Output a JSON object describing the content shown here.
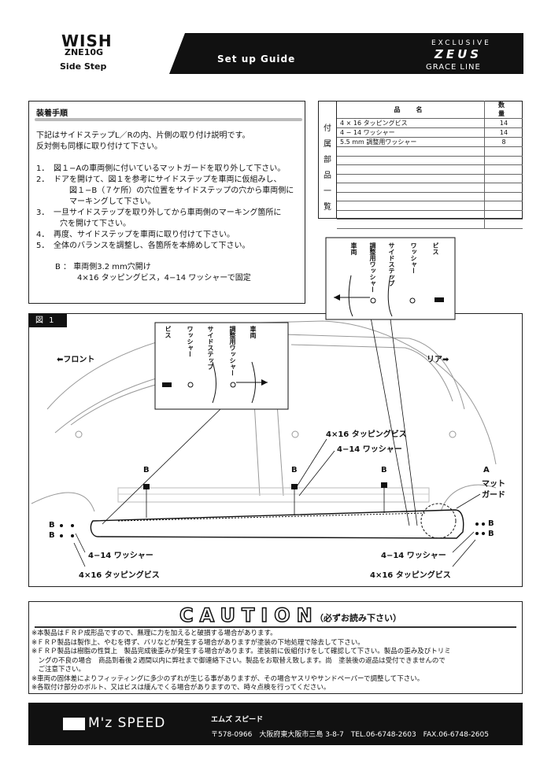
{
  "header": {
    "model": "WISH",
    "code": "ZNE10G",
    "part": "Side Step",
    "guide_title": "Set up Guide",
    "brand_line1": "EXCLUSIVE",
    "brand_line2": "ZEUS",
    "brand_line3": "GRACE LINE"
  },
  "instructions": {
    "title": "装着手順",
    "intro": [
      "下記はサイドステップL／Rの内、片側の取り付け説明です。",
      "反対側も同様に取り付けて下さい。"
    ],
    "steps": [
      {
        "num": "1．",
        "lines": [
          "図１−Aの車両側に付いているマットガードを取り外して下さい。"
        ]
      },
      {
        "num": "2．",
        "lines": [
          "ドアを開けて、図１を参考にサイドステップを車両に仮組みし、",
          "図１−B（７ケ所）の穴位置をサイドステップの穴から車両側に",
          "マーキングして下さい。"
        ]
      },
      {
        "num": "3．",
        "lines": [
          "一旦サイドステップを取り外してから車両側のマーキング箇所に",
          "穴を開けて下さい。"
        ]
      },
      {
        "num": "4．",
        "lines": [
          "再度、サイドステップを車両に取り付けて下さい。"
        ]
      },
      {
        "num": "5．",
        "lines": [
          "全体のバランスを調整し、各箇所を本締めして下さい。"
        ]
      }
    ],
    "note_b": [
      "B ： 車両側3.2 mm穴開け",
      "4×16 タッピングビス，4−14 ワッシャーで固定"
    ]
  },
  "parts_list": {
    "side_label": [
      "付",
      "属",
      "部",
      "品",
      "一",
      "覧"
    ],
    "header": {
      "name": "品　名",
      "qty": "数　量"
    },
    "items": [
      {
        "name": "4 × 16 タッピングビス",
        "qty": "14"
      },
      {
        "name": "4 − 14 ワッシャー",
        "qty": "14"
      },
      {
        "name": "5.5 mm 調整用ワッシャー",
        "qty": "8"
      },
      {
        "name": "",
        "qty": ""
      },
      {
        "name": "",
        "qty": ""
      },
      {
        "name": "",
        "qty": ""
      },
      {
        "name": "",
        "qty": ""
      },
      {
        "name": "",
        "qty": ""
      },
      {
        "name": "",
        "qty": ""
      },
      {
        "name": "",
        "qty": ""
      },
      {
        "name": "",
        "qty": ""
      },
      {
        "name": "",
        "qty": ""
      }
    ]
  },
  "figure": {
    "tag": "図 1",
    "front": "⬅フロント",
    "rear": "リア➡",
    "inset_right": {
      "labels": [
        "車両",
        "調整用ワッシャー",
        "サイドステップ",
        "ワッシャー",
        "ビス"
      ]
    },
    "inset_left": {
      "labels": [
        "ビス",
        "ワッシャー",
        "サイドステップ",
        "調整用ワッシャー",
        "車両"
      ]
    },
    "screw_label": "4×16 タッピングビス",
    "washer_label": "4−14 ワッシャー",
    "b": "B",
    "a": "A",
    "mat_guard": [
      "マット",
      "ガード"
    ],
    "bl_washer": "4−14 ワッシャー",
    "bl_screw": "4×16 タッピングビス",
    "br_washer": "4−14 ワッシャー",
    "br_screw": "4×16 タッピングビス"
  },
  "caution": {
    "heading": "CAUTION",
    "sub": "（必ずお読み下さい）",
    "lines": [
      "※本製品はＦＲＰ成形品ですので、無理に力を加えると破損する場合があります。",
      "※ＦＲＰ製品は製作上、やむを得ず、バリなどが発生する場合がありますが塗装の下地処理で除去して下さい。",
      "※ＦＲＰ製品は樹脂の性質上　製品完成後歪みが発生する場合があります。塗装前に仮組付けをして確認して下さい。製品の歪み及びトリミ",
      "　ングの不良の場合　商品到着後２週間以内に弊社まで御連絡下さい。製品をお取替え致します。尚　塗装後の返品は受付できませんので",
      "　ご注意下さい。",
      "※車両の固体差によりフィッティングに多少のずれが生じる事がありますが、その場合ヤスリやサンドペーパーで調整して下さい。",
      "※各取付け部分のボルト、又はビスは緩んでくる場合がありますので、時々点検を行ってください。"
    ]
  },
  "footer": {
    "name": "M'z SPEED",
    "jp_name": "エムズ スピード",
    "address": "〒578-0966　大阪府東大阪市三島 3-8-7　TEL.06-6748-2603　FAX.06-6748-2605"
  }
}
